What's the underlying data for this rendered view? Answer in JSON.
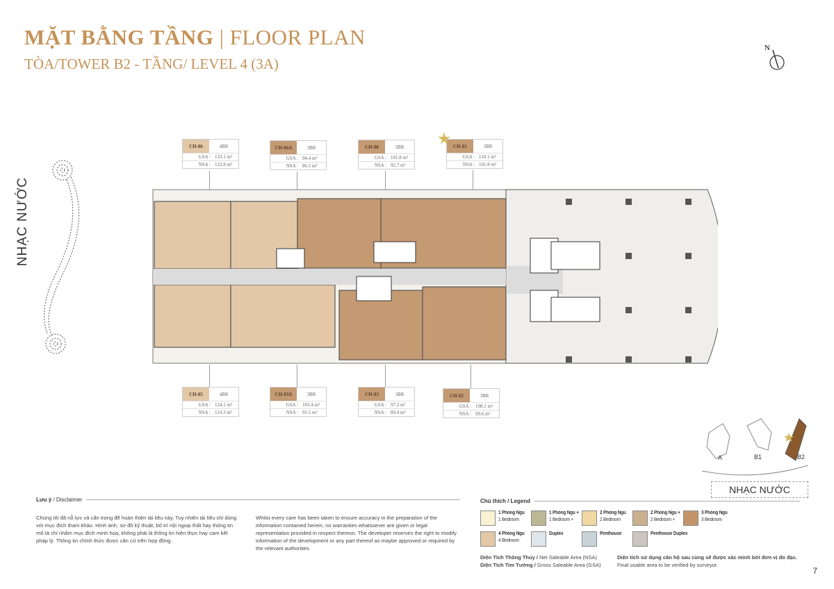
{
  "header": {
    "title_vi": "MẶT BẰNG TẦNG",
    "separator": "|",
    "title_en": "FLOOR PLAN",
    "subtitle": "TÒA/TOWER B2 - TẦNG/ LEVEL 4 (3A)",
    "north": "N"
  },
  "side_label": "NHẠC NƯỚC",
  "units_top": [
    {
      "code": "CH-06",
      "type": "4BR",
      "gsa_label": "GSA :",
      "gsa": "133.1 m²",
      "nsa_label": "NSA :",
      "nsa": "122.8 m²",
      "color": "#e3c8a8"
    },
    {
      "code": "CH-06A",
      "type": "3BR",
      "gsa_label": "GSA :",
      "gsa": "94.4 m²",
      "nsa_label": "NSA :",
      "nsa": "86.5 m²",
      "color": "#c49a72"
    },
    {
      "code": "CH-08",
      "type": "3BR",
      "gsa_label": "GSA :",
      "gsa": "101.8 m²",
      "nsa_label": "NSA :",
      "nsa": "92.7 m²",
      "color": "#c49a72"
    },
    {
      "code": "CH-01",
      "type": "3BR",
      "gsa_label": "GSA :",
      "gsa": "110.1 m²",
      "nsa_label": "NSA :",
      "nsa": "101.8 m²",
      "color": "#c49a72"
    }
  ],
  "units_bottom": [
    {
      "code": "CH-05",
      "type": "4BR",
      "gsa_label": "GSA :",
      "gsa": "124.1 m²",
      "nsa_label": "NSA :",
      "nsa": "114.3 m²",
      "color": "#e3c8a8"
    },
    {
      "code": "CH-03A",
      "type": "3BR",
      "gsa_label": "GSA :",
      "gsa": "103.4 m²",
      "nsa_label": "NSA :",
      "nsa": "95.5 m²",
      "color": "#c49a72"
    },
    {
      "code": "CH-03",
      "type": "3BR",
      "gsa_label": "GSA :",
      "gsa": "97.2 m²",
      "nsa_label": "NSA :",
      "nsa": "89.4 m²",
      "color": "#c49a72"
    },
    {
      "code": "CH-02",
      "type": "3BR",
      "gsa_label": "GSA :",
      "gsa": "108.1 m²",
      "nsa_label": "NSA :",
      "nsa": "99.6 m²",
      "color": "#c49a72"
    }
  ],
  "keymap": {
    "labels": [
      "A",
      "B1",
      "B2"
    ],
    "nhac": "NHẠC NƯỚC"
  },
  "disclaimer": {
    "heading_vi": "Lưu ý",
    "heading_en": "/ Disclaimer",
    "text_vi": "Chúng tôi đã nỗ lực và cẩn trọng để hoàn thiện tài liệu này. Tuy nhiên tài liệu chỉ dùng với mục đích tham khảo. Hình ảnh, sơ đồ kỹ thuật, bố trí nội ngoại thất hay thông tin mô tả chỉ nhằm mục đích minh họa, không phải là thông tin hiện thực hay cam kết pháp lý. Thông tin chính thức được căn cứ trên hợp đồng.",
    "text_en": "Whilst every care has been taken to ensure accuracy in the preparation of the information contained herein, no warranties whatsoever are given or legal representation provided in respect thereon. The developer reserves the right to modify information of the development or any part thereof as maybe approved or required by the relevant authorities."
  },
  "legend": {
    "heading": "Chú thích / Legend",
    "items": [
      {
        "vi": "1 Phòng Ngủ",
        "en": "1 Bedroom",
        "color": "#fbf1d3"
      },
      {
        "vi": "1 Phòng Ngủ +",
        "en": "1 Bedroom +",
        "color": "#bdb795"
      },
      {
        "vi": "2 Phòng Ngủ",
        "en": "2 Bedroom",
        "color": "#f1d7a3"
      },
      {
        "vi": "2 Phòng Ngủ +",
        "en": "2 Bedroom +",
        "color": "#c9b08f"
      },
      {
        "vi": "3 Phòng Ngủ",
        "en": "3 Bedroom",
        "color": "#c4956b"
      },
      {
        "vi": "4 Phòng Ngủ",
        "en": "4 Bedroom",
        "color": "#e3c8a8"
      },
      {
        "vi": "Duplex",
        "en": "",
        "color": "#dde6ea"
      },
      {
        "vi": "Penthouse",
        "en": "",
        "color": "#c8d3d8"
      },
      {
        "vi": "Penthouse Duplex",
        "en": "",
        "color": "#cbc7c0"
      }
    ]
  },
  "notes": {
    "nsa_vi": "Diện Tích Thông Thủy /",
    "nsa_en": "Net Saleable Area (NSA)",
    "gsa_vi": "Diện Tích Tim Tường /",
    "gsa_en": "Gross Saleable Area (GSA)",
    "final_vi": "Diện tích sử dụng căn hộ sau cùng sẽ được xác minh bởi đơn vị đo đạc.",
    "final_en": "Final usable area to be verified by surveyor."
  },
  "page_number": "7"
}
